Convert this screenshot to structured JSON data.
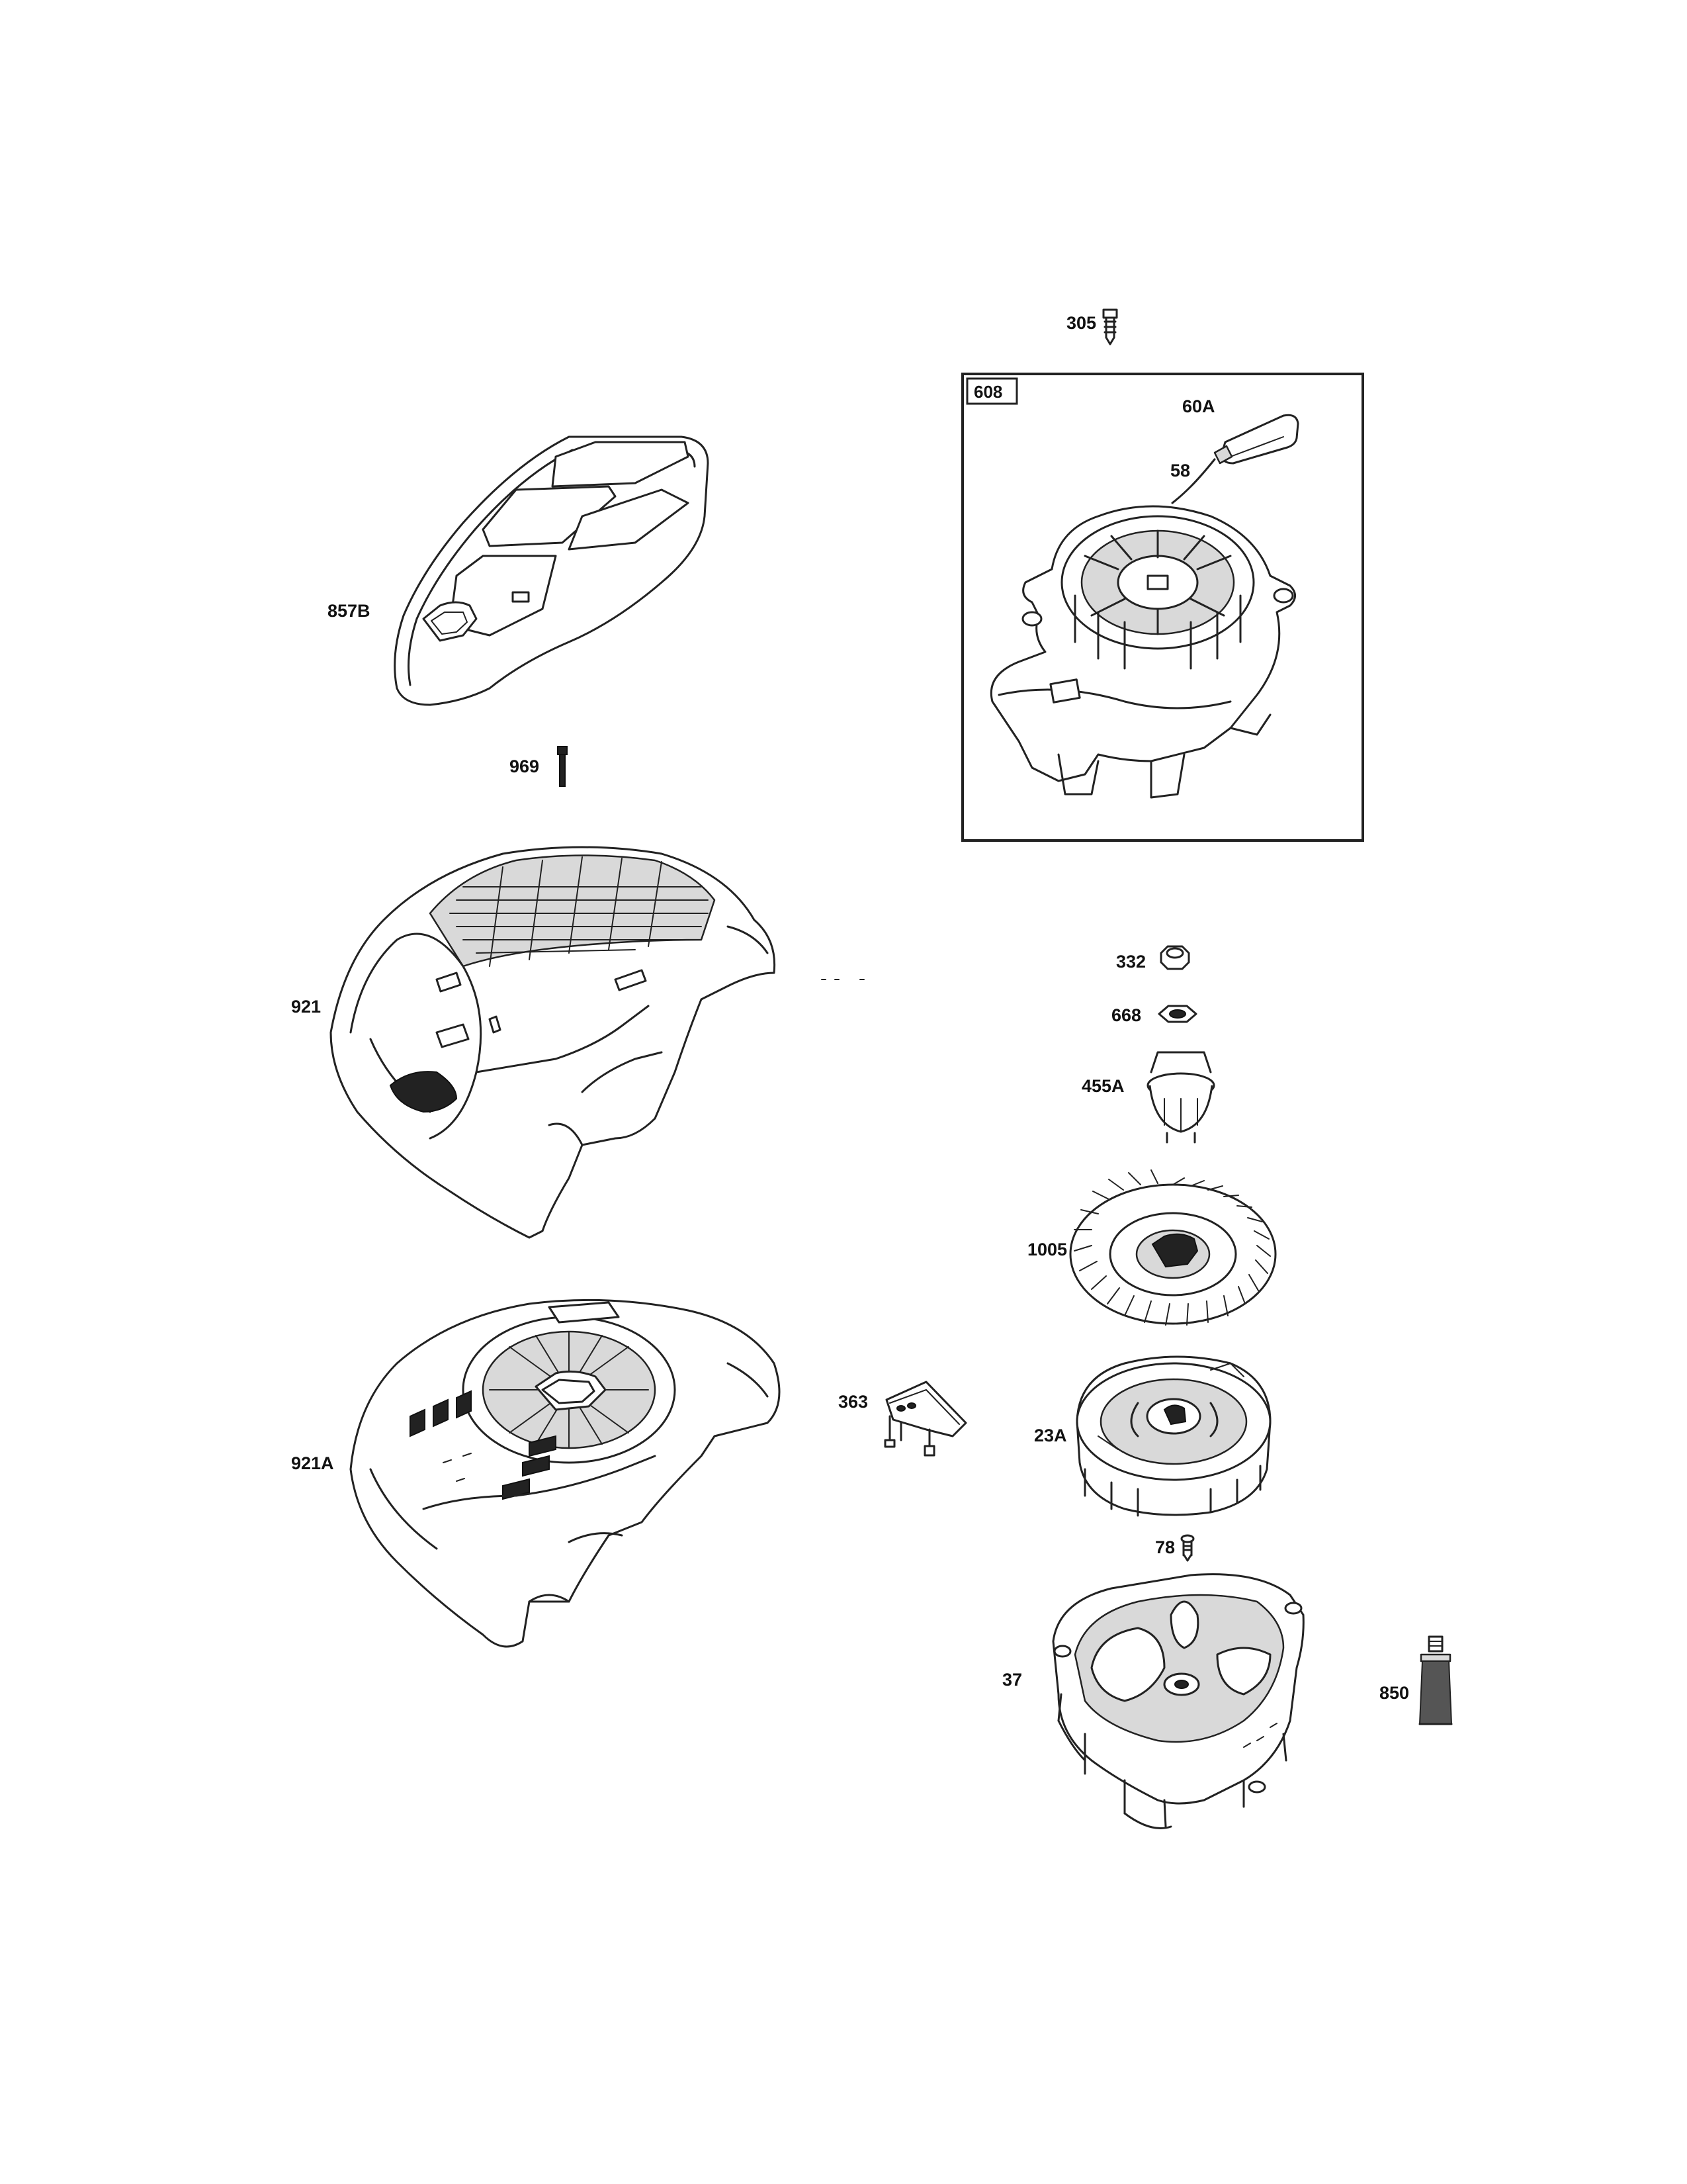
{
  "parts": [
    {
      "id": "p305",
      "label": "305"
    },
    {
      "id": "p608",
      "label": "608"
    },
    {
      "id": "p60A",
      "label": "60A"
    },
    {
      "id": "p58",
      "label": "58"
    },
    {
      "id": "p857B",
      "label": "857B"
    },
    {
      "id": "p969",
      "label": "969"
    },
    {
      "id": "p921",
      "label": "921"
    },
    {
      "id": "p921A",
      "label": "921A"
    },
    {
      "id": "p332",
      "label": "332"
    },
    {
      "id": "p668",
      "label": "668"
    },
    {
      "id": "p455A",
      "label": "455A"
    },
    {
      "id": "p1005",
      "label": "1005"
    },
    {
      "id": "p363",
      "label": "363"
    },
    {
      "id": "p23A",
      "label": "23A"
    },
    {
      "id": "p78",
      "label": "78"
    },
    {
      "id": "p37",
      "label": "37"
    },
    {
      "id": "p850",
      "label": "850"
    }
  ]
}
